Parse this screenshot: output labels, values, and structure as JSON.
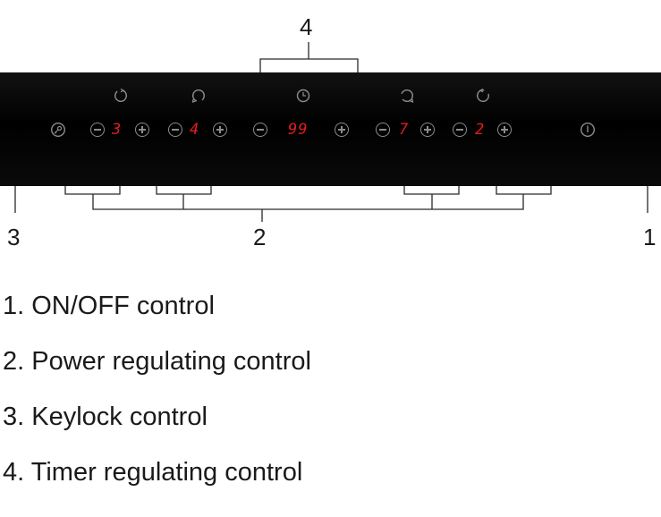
{
  "callouts": {
    "timer": "4",
    "power": "2",
    "keylock": "3",
    "onoff": "1"
  },
  "panel": {
    "displays": [
      "3",
      "4",
      "99",
      "7",
      "2"
    ],
    "display_color": "#e01e1e"
  },
  "icons": {
    "keylock": "key-icon",
    "onoff": "power-icon",
    "timer": "clock-icon",
    "zones": [
      "zone-rear-left-icon",
      "zone-front-left-icon",
      "zone-front-right-icon",
      "zone-rear-right-icon"
    ]
  },
  "legend": [
    "1. ON/OFF control",
    "2. Power regulating control",
    "3. Keylock control",
    "4. Timer regulating control"
  ]
}
